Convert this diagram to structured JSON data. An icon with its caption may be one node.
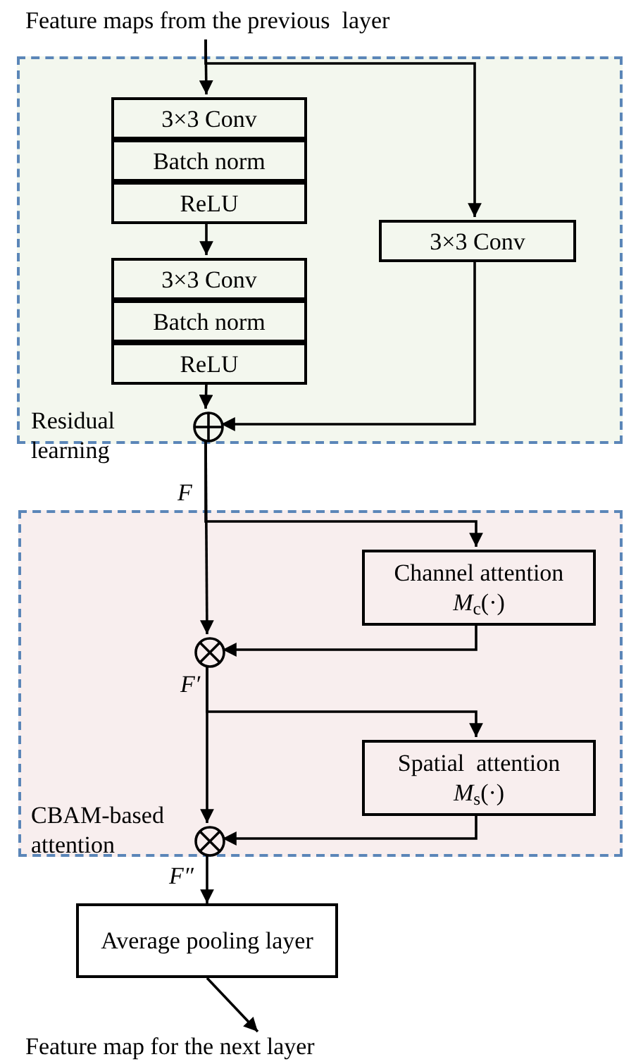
{
  "diagram": {
    "nodes": [
      {
        "text": [
          "Feature maps from the previous  layer"
        ]
      },
      {
        "text": [
          "Residual learning"
        ]
      },
      {
        "text": [
          "3×3 Conv"
        ],
        "in": 1
      },
      {
        "text": [
          "Batch norm"
        ],
        "in": 1
      },
      {
        "text": [
          "ReLU"
        ],
        "in": 1
      },
      {
        "text": [
          "3×3 Conv"
        ],
        "in": 1
      },
      {
        "text": [
          "Batch norm"
        ],
        "in": 1
      },
      {
        "text": [
          "ReLU"
        ],
        "in": 1
      },
      {
        "text": [
          "3×3 Conv"
        ],
        "in": 1
      },
      {
        "text": [],
        "shape": "circle",
        "in": 1
      },
      {
        "text": [
          "CBAM-based attention"
        ]
      },
      {
        "text": [
          "Channel attention",
          "*M*$_{c}$(·)"
        ],
        "in": 10
      },
      {
        "text": [],
        "shape": "circle",
        "in": 10
      },
      {
        "text": [
          "Spatial  attention",
          "*M*$_{s}$(·)"
        ],
        "in": 10
      },
      {
        "text": [],
        "shape": "circle",
        "in": 10
      },
      {
        "text": [
          "Average pooling layer"
        ]
      },
      {
        "text": [
          "Feature map for the next layer"
        ]
      }
    ],
    "edges": [
      {
        "from": 0,
        "to": 2,
        "arrow": "to"
      },
      {
        "from": 0,
        "to": 8,
        "arrow": "to"
      },
      {
        "from": 4,
        "to": 5,
        "arrow": "to"
      },
      {
        "from": 7,
        "to": 9,
        "arrow": "to"
      },
      {
        "from": 8,
        "to": 9,
        "arrow": "to"
      },
      {
        "from": 9,
        "to": 12,
        "arrow": "to",
        "label": "F"
      },
      {
        "from": 9,
        "to": 11,
        "arrow": "to"
      },
      {
        "from": 11,
        "to": 12,
        "arrow": "to"
      },
      {
        "from": 12,
        "to": 14,
        "arrow": "to",
        "label": "F′"
      },
      {
        "from": 12,
        "to": 13,
        "arrow": "to"
      },
      {
        "from": 13,
        "to": 14,
        "arrow": "to"
      },
      {
        "from": 14,
        "to": 15,
        "arrow": "to",
        "label": "F″"
      },
      {
        "from": 15,
        "to": 16,
        "arrow": "to"
      }
    ]
  }
}
